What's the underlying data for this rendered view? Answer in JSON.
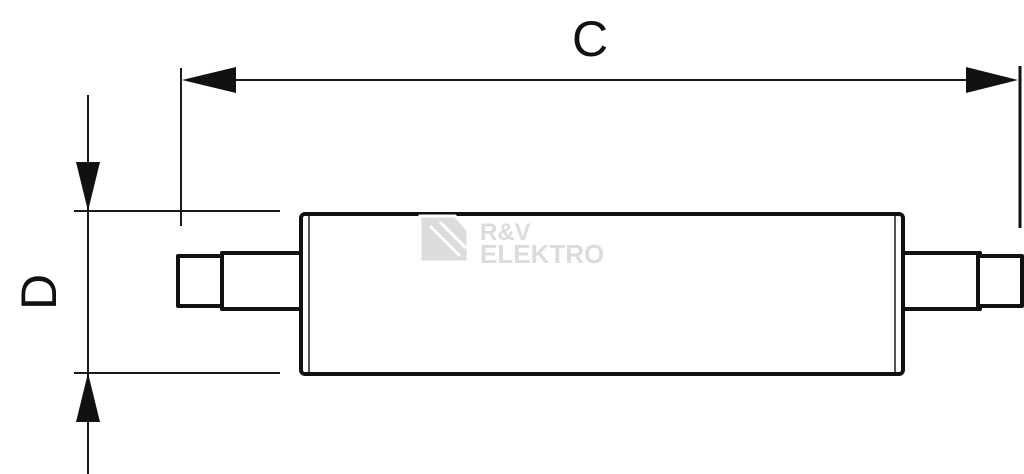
{
  "labels": {
    "length": "C",
    "diameter": "D"
  },
  "watermark": {
    "line1": "R&V",
    "line2": "ELEKTRO"
  },
  "colors": {
    "line": "#111111",
    "watermark": "#dcdcdc"
  }
}
